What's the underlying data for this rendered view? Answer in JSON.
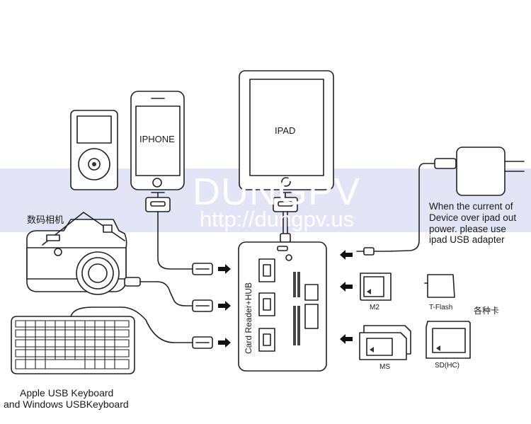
{
  "devices": {
    "iphone_label": "IPHONE",
    "ipad_label": "IPAD",
    "camera_label": "数码相机",
    "keyboard_label_line1": "Apple USB Keyboard",
    "keyboard_label_line2": "and Windows USBKeyboard"
  },
  "hub": {
    "title": "Card Reader+HUB"
  },
  "adapter_note": {
    "line1": "When the current of",
    "line2": "Device over ipad out",
    "line3": "power. please use",
    "line4": "ipad USB adapter"
  },
  "cards": {
    "m2": "M2",
    "tflash": "T-Flash",
    "various": "各种卡",
    "ms": "MS",
    "sd": "SD(HC)"
  },
  "watermark": {
    "brand": "DUNGPV",
    "url": "http://dungpv.us"
  }
}
